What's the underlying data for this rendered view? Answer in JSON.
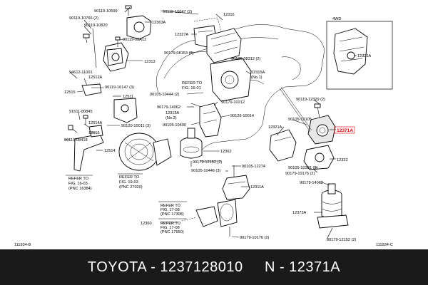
{
  "diagram": {
    "labels": {
      "p90119_10599": "90119-10599",
      "p12363A": "12363A",
      "p90119_10766": "90119-10766 (2)",
      "p90119_10820": "90119-10820",
      "p90119_08A12": "90119-08A12",
      "p12313": "12313",
      "p94612": "94612-11001",
      "p12512A": "12512A",
      "p90119_10147": "90119-10147 (3)",
      "p12515": "12515",
      "p12511": "12511",
      "p91511": "91511-80845",
      "p90120": "90120-10011 (3)",
      "p12514A": "12514A",
      "p12516": "12516",
      "p90119_08418": "90119-08418",
      "p12514": "12514",
      "p90119_10647": "90119-10647 (2)",
      "p12316": "12316",
      "p12327A": "12327A",
      "p90179_08153": "90179-08153 (2)",
      "p90105_08312": "90105-08312 (2)",
      "p12315A_top": "12315A",
      "p12315A_no1": "(No.1)",
      "p90105_10444": "90105-10444 (2)",
      "p90179_10212": "90179-10212",
      "p90179_14062a": "90179-14062",
      "p12315A_mid": "12315A",
      "p12315A_no2": "(No.2)",
      "p90126": "90126-10014",
      "p90105_10490": "90105-10490",
      "p12362": "12362",
      "p90179_12152a": "90179-12152 (2)",
      "p90105_12274": "90105-12274",
      "p90105_10446": "90105-10446 (3)",
      "p12311A": "12311A",
      "p12360": "12360",
      "p90179_10176a": "90179-10176 (2)",
      "p4WD": "4WD",
      "p12321A_box": "12321A",
      "p90119_12329": "90119-12329 (2)",
      "p90105_12105": "90105-12105",
      "p12321A": "12321A",
      "p12371A": "12371A",
      "p12322": "12322",
      "p90105_10381": "90105-10381 (3)",
      "p90179_10176b": "90179-10176 (2)",
      "p90179_14062b": "90179-14062",
      "p12372A": "12372A",
      "p90179_12152b": "90179-12152 (2)",
      "ref1a": "REFER TO",
      "ref1b": "FIG. 16-03",
      "ref1c": "(PNC 16384)",
      "ref2a": "REFER TO",
      "ref2b": "FIG. 19-03",
      "ref2c": "(PNC 27020)",
      "ref3a": "REFER TO",
      "ref3b": "FIG. 16-01",
      "ref4a": "REFER TO",
      "ref4b": "FIG. 17-08",
      "ref4c": "(PNC 17308)",
      "ref5a": "REFER TO",
      "ref5b": "FIG. 17-08",
      "ref5c": "(PNC 17550)",
      "code_left": "111934-B",
      "code_right": "111934-C"
    },
    "highlight_color": "#e00000"
  },
  "footer": {
    "text": "TOYOTA - 1237128010     N - 12371A"
  }
}
